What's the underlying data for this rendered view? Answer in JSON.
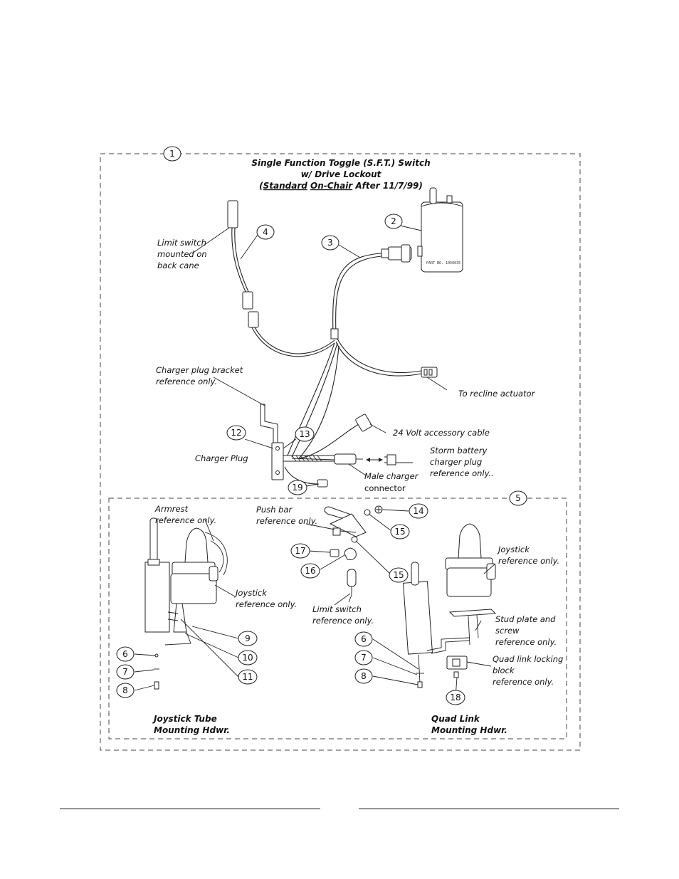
{
  "title": {
    "line1": "Single Function Toggle (S.F.T.) Switch",
    "line2": "w/ Drive Lockout",
    "line3_pre": "(",
    "line3_u1": "Standard",
    "line3_mid": " ",
    "line3_u2": "On-Chair",
    "line3_post": " After 11/7/99)"
  },
  "callouts": {
    "c1": "1",
    "c2": "2",
    "c3": "3",
    "c4": "4",
    "c5": "5",
    "c6a": "6",
    "c7a": "7",
    "c8a": "8",
    "c9": "9",
    "c10": "10",
    "c11": "11",
    "c12": "12",
    "c13": "13",
    "c14": "14",
    "c15a": "15",
    "c15b": "15",
    "c16": "16",
    "c17": "17",
    "c18": "18",
    "c19": "19",
    "c6b": "6",
    "c7b": "7",
    "c8b": "8"
  },
  "labels": {
    "limit_switch_1": "Limit switch",
    "limit_switch_2": "mounted on",
    "limit_switch_3": "back cane",
    "charger_bracket_1": "Charger plug bracket",
    "charger_bracket_2": "reference only.",
    "recline": "To recline actuator",
    "accessory": "24 Volt accessory cable",
    "charger_plug": "Charger Plug",
    "storm_1": "Storm battery",
    "storm_2": "charger plug",
    "storm_3": "reference only..",
    "male_1": "Male charger",
    "male_2": "connector",
    "armrest_1": "Armrest",
    "armrest_2": "reference only.",
    "pushbar_1": "Push bar",
    "pushbar_2": "reference only.",
    "joystick_l_1": "Joystick",
    "joystick_l_2": "reference only.",
    "limitsw_ref_1": "Limit switch",
    "limitsw_ref_2": "reference only.",
    "joystick_r_1": "Joystick",
    "joystick_r_2": "reference only.",
    "stud_1": "Stud plate and",
    "stud_2": "screw",
    "stud_3": "reference only.",
    "quadblock_1": "Quad link locking",
    "quadblock_2": "block",
    "quadblock_3": "reference only.",
    "tube_1": "Joystick Tube",
    "tube_2": "Mounting Hdwr.",
    "quad_1": "Quad Link",
    "quad_2": "Mounting Hdwr.",
    "box_text": "PART NO. 1050035"
  }
}
